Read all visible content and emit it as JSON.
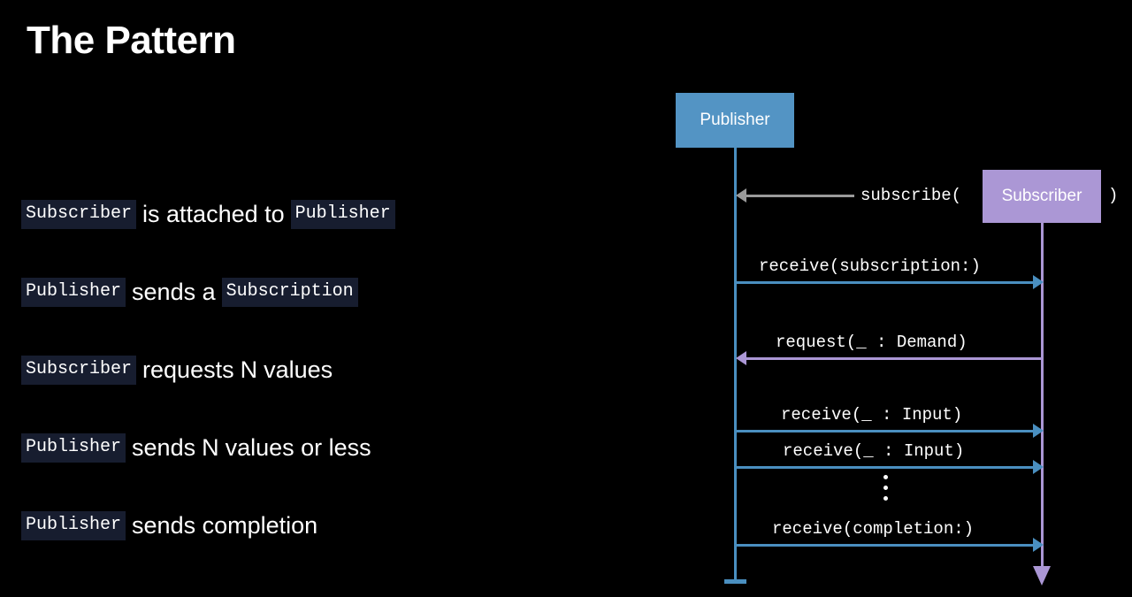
{
  "slide": {
    "title": "The Pattern",
    "background": "#000000"
  },
  "colors": {
    "publisher": "#5394c4",
    "publisher_line": "#4a8fc0",
    "subscriber": "#ab97d5",
    "gray_arrow": "#9a9a9a",
    "code_background": "#171d2f",
    "text": "#ffffff"
  },
  "bullets": [
    {
      "parts": [
        {
          "type": "code",
          "text": "Subscriber"
        },
        {
          "type": "plain",
          "text": "is attached to"
        },
        {
          "type": "code",
          "text": "Publisher"
        }
      ]
    },
    {
      "parts": [
        {
          "type": "code",
          "text": "Publisher"
        },
        {
          "type": "plain",
          "text": "sends a"
        },
        {
          "type": "code",
          "text": "Subscription"
        }
      ]
    },
    {
      "parts": [
        {
          "type": "code",
          "text": "Subscriber"
        },
        {
          "type": "plain",
          "text": "requests"
        },
        {
          "type": "ital",
          "text": "N"
        },
        {
          "type": "plain",
          "text": "values"
        }
      ]
    },
    {
      "parts": [
        {
          "type": "code",
          "text": "Publisher"
        },
        {
          "type": "plain",
          "text": "sends"
        },
        {
          "type": "ital",
          "text": "N"
        },
        {
          "type": "plain",
          "text": "values or less"
        }
      ]
    },
    {
      "parts": [
        {
          "type": "code",
          "text": "Publisher"
        },
        {
          "type": "plain",
          "text": "sends completion"
        }
      ]
    }
  ],
  "diagram": {
    "type": "sequence",
    "participants": [
      {
        "id": "publisher",
        "label": "Publisher",
        "color": "#5394c4"
      },
      {
        "id": "subscriber",
        "label": "Subscriber",
        "color": "#ab97d5"
      }
    ],
    "subscribe_call": {
      "prefix": "subscribe(",
      "argument_box": "Subscriber",
      "suffix": ")",
      "direction": "subscriber-to-publisher",
      "arrow_color": "#9a9a9a"
    },
    "messages": [
      {
        "label": "receive(subscription:)",
        "direction": "publisher-to-subscriber",
        "color": "#4a8fc0"
      },
      {
        "label": "request(_ : Demand)",
        "direction": "subscriber-to-publisher",
        "color": "#ab97d5"
      },
      {
        "label": "receive(_ : Input)",
        "direction": "publisher-to-subscriber",
        "color": "#4a8fc0"
      },
      {
        "label": "receive(_ : Input)",
        "direction": "publisher-to-subscriber",
        "color": "#4a8fc0"
      },
      {
        "label": "receive(completion:)",
        "direction": "publisher-to-subscriber",
        "color": "#4a8fc0"
      }
    ],
    "continuation_marker": "vertical-ellipsis",
    "publisher_lifeline_end": "stop-bar",
    "subscriber_lifeline_end": "arrow-down"
  }
}
